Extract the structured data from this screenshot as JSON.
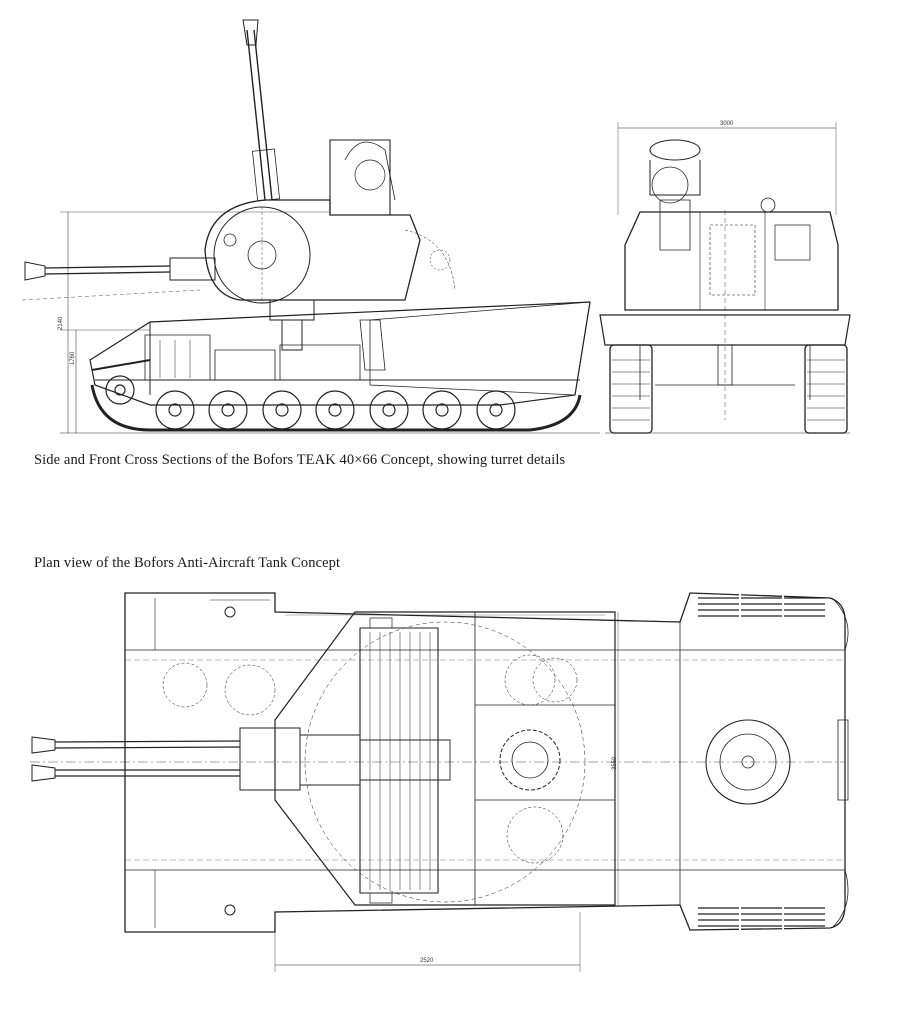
{
  "captions": {
    "side_front": "Side and Front Cross Sections of the Bofors TEAK 40×66 Concept, showing turret details",
    "plan": "Plan view of the Bofors Anti-Aircraft Tank Concept"
  },
  "dimensions": {
    "front_width": "3000",
    "plan_length": "2520",
    "side_height_a": "2140",
    "side_height_b": "1760",
    "plan_width": "3550"
  }
}
